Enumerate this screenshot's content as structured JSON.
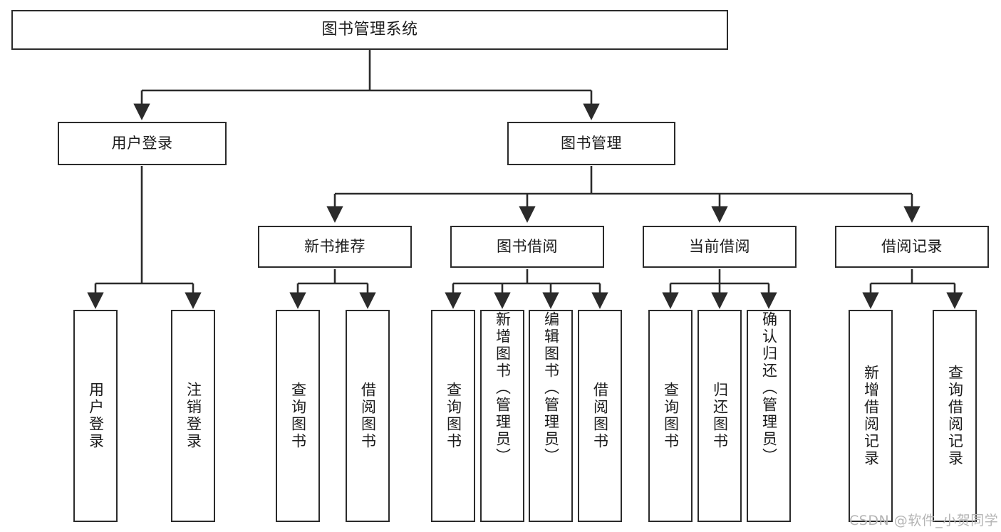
{
  "diagram": {
    "type": "tree-hierarchy-chart",
    "title": "图书管理系统",
    "watermark": "CSDN @软件_小贺同学",
    "colors": {
      "box_border": "#2b2b2b",
      "box_fill": "#ffffff",
      "edge": "#2b2b2b",
      "text": "#1b1b1b",
      "watermark": "#b4b4b4",
      "background": "#ffffff"
    },
    "nodes": {
      "root": {
        "label": "图书管理系统"
      },
      "level2": [
        {
          "id": "user-login",
          "label": "用户登录"
        },
        {
          "id": "book-manage",
          "label": "图书管理"
        }
      ],
      "level3": [
        {
          "id": "new-book-recommend",
          "label": "新书推荐"
        },
        {
          "id": "book-borrow",
          "label": "图书借阅"
        },
        {
          "id": "current-borrow",
          "label": "当前借阅"
        },
        {
          "id": "borrow-record",
          "label": "借阅记录"
        }
      ],
      "leaves": {
        "user-login": [
          {
            "id": "leaf-user-login",
            "label": "用户登录"
          },
          {
            "id": "leaf-logout-login",
            "label": "注销登录"
          }
        ],
        "new-book-recommend": [
          {
            "id": "leaf-query-book-1",
            "label": "查询图书"
          },
          {
            "id": "leaf-borrow-book-1",
            "label": "借阅图书"
          }
        ],
        "book-borrow": [
          {
            "id": "leaf-query-book-2",
            "label": "查询图书"
          },
          {
            "id": "leaf-add-book",
            "label": "新增图书（管理员）"
          },
          {
            "id": "leaf-edit-book",
            "label": "编辑图书（管理员）"
          },
          {
            "id": "leaf-borrow-book-2",
            "label": "借阅图书"
          }
        ],
        "current-borrow": [
          {
            "id": "leaf-query-book-3",
            "label": "查询图书"
          },
          {
            "id": "leaf-return-book",
            "label": "归还图书"
          },
          {
            "id": "leaf-confirm-return",
            "label": "确认归还（管理员）"
          }
        ],
        "borrow-record": [
          {
            "id": "leaf-add-record",
            "label": "新增借阅记录"
          },
          {
            "id": "leaf-query-record",
            "label": "查询借阅记录"
          }
        ]
      }
    }
  }
}
